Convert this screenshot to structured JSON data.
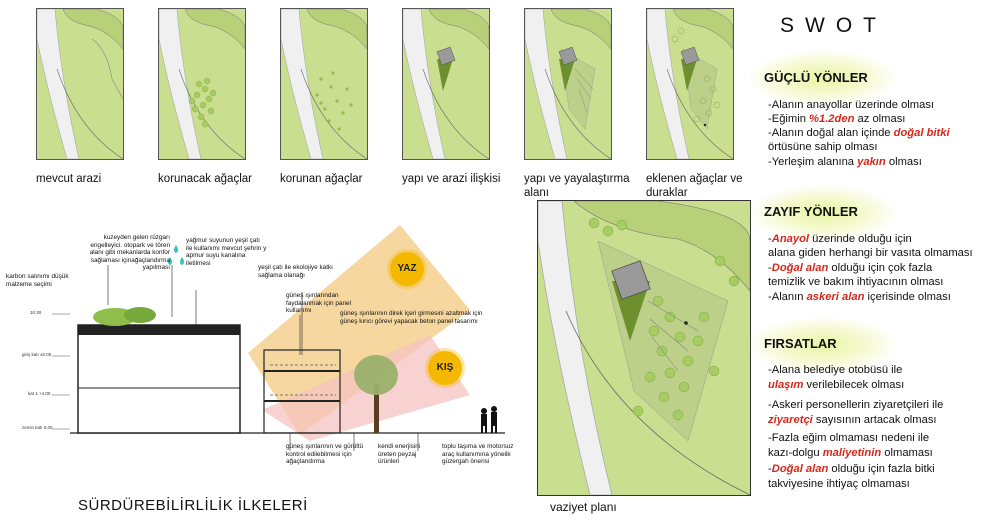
{
  "thumbnails": [
    {
      "caption": "mevcut arazi"
    },
    {
      "caption": "korunacak ağaçlar"
    },
    {
      "caption": "korunan ağaçlar"
    },
    {
      "caption": "yapı ve arazi ilişkisi"
    },
    {
      "caption": "yapı ve yayalaştırma alanı"
    },
    {
      "caption": "eklenen ağaçlar ve duraklar"
    }
  ],
  "site_plan": {
    "caption": "vaziyet planı"
  },
  "section": {
    "title": "SÜRDÜREBİLİRLİLİK İLKELERİ",
    "badge_summer": "YAZ",
    "badge_winter": "KIŞ",
    "notes": {
      "wind": "kuzeyden gelen rüzgarı engelleyici. otopark ve tören alanı gibi  mekanlarda konfor sağlaması içinağaçlandırma yapılması",
      "rain": "yağmur suyunun yeşil çatı ile kullanımı mevcut şehrin y apmur suyu kanalına iletilmesi",
      "carbon": "karbon salınımı düşük malzeme seçimi",
      "green_roof": "yeşil çatı ile ekolojiye katkı sağlama olanağı",
      "solar": "güneş ışınlarından faydalanmak için panel kullanımı",
      "shading": "güneş ışınlarının direk içeri girmesini azaltmak için güneş kırıcı görevi yapacak beton panel tasarımı",
      "trees": "güneş ışınlarının ve gürültü kontrol edilebilmesi için ağaçlandırma",
      "landscape": "kendi enerjisini üreten peyzaj ürünleri",
      "transit": "toplu taşıma ve motorsuz araç kullanımına yönelik güzergah önerisi"
    },
    "levels": [
      "10.30",
      "giriş katı ±0.00",
      "kat 1 +4.00",
      "zemin katı 0.00"
    ]
  },
  "swot": {
    "title": "SWOT",
    "strengths": {
      "header": "GÜÇLÜ YÖNLER",
      "l1": "-Alanın anayollar üzerinde olması",
      "l2a": "-Eğimin ",
      "l2b": "%1.2den",
      "l2c": " az olması",
      "l3a": "-Alanın doğal alan içinde ",
      "l3b": "doğal bitki",
      "l4": "örtüsüne sahip olması",
      "l5a": "-Yerleşim alanına ",
      "l5b": "yakın",
      "l5c": " olması"
    },
    "weaknesses": {
      "header": "ZAYIF  YÖNLER",
      "l1a": "-",
      "l1b": "Anayol",
      "l1c": " üzerinde olduğu için",
      "l2": "alana giden herhangi bir vasıta olmaması",
      "l3a": "-",
      "l3b": "Doğal alan",
      "l3c": " olduğu için çok fazla",
      "l4": "temizlik ve bakım ihtiyacının olması",
      "l5a": "-Alanın ",
      "l5b": "askeri alan",
      "l5c": " içerisinde olması"
    },
    "opportunities": {
      "header": "FIRSATLAR",
      "l1": "-Alana belediye otobüsü ile",
      "l2a": "ulaşım",
      "l2b": " verilebilecek olması",
      "l3": "-Askeri personellerin ziyaretçileri ile",
      "l4a": "ziyaretçi",
      "l4b": " sayısının artacak olması",
      "l5": "-Fazla eğim olmaması nedeni ile",
      "l6a": "kazı-dolgu ",
      "l6b": "maliyetinin",
      "l6c": " olmaması",
      "l7a": "-",
      "l7b": "Doğal alan",
      "l7c": " olduğu için fazla bitki",
      "l8": "takviyesine ihtiyaç olmaması"
    }
  },
  "colors": {
    "terrain": "#c9de8f",
    "road": "#eeeeee",
    "tree": "#a6cc62",
    "summer": "#f5b800",
    "accent_red": "#d4281c"
  }
}
